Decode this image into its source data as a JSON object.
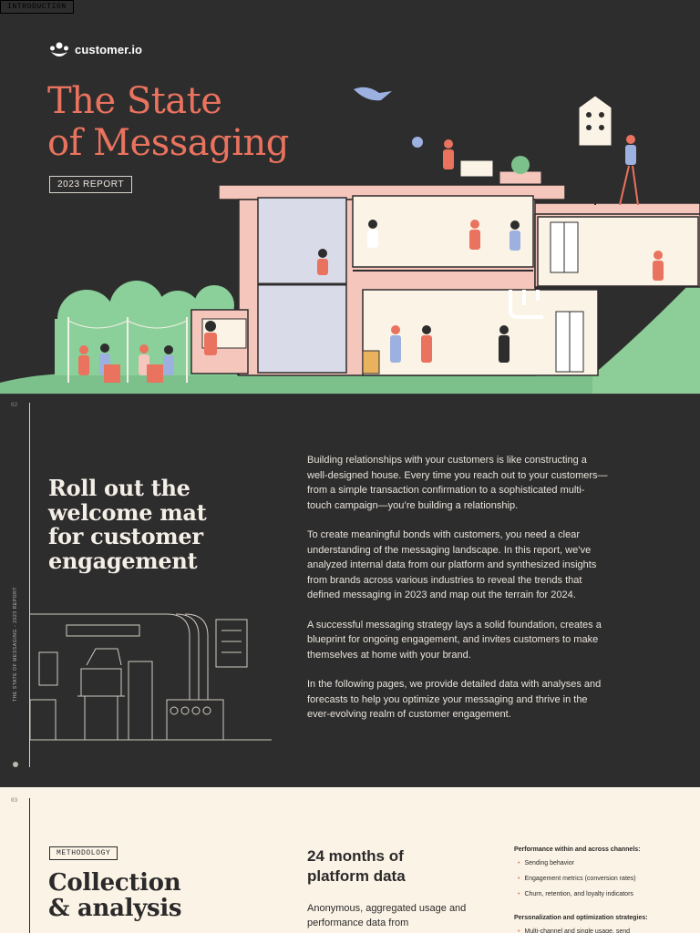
{
  "brand": {
    "name": "customer.io"
  },
  "cover": {
    "title_line1": "The State",
    "title_line2": "of Messaging",
    "badge": "2023 REPORT"
  },
  "intro": {
    "page": "02",
    "tag": "INTRODUCTION",
    "title_lines": [
      "Roll out the",
      "welcome mat",
      "for customer",
      "engagement"
    ],
    "side_label": "THE STATE OF MESSAGING - 2023 REPORT",
    "paragraphs": [
      "Building relationships with your customers is like constructing a well-designed house. Every time you reach out to your customers—from a simple transaction confirmation to a sophisticated multi-touch campaign—you’re building a relationship.",
      "To create meaningful bonds with customers, you need a clear understanding of the messaging landscape. In this report, we’ve analyzed internal data from our platform and synthesized insights from brands across various industries to reveal the trends that defined messaging in 2023 and map out the terrain for 2024.",
      "A successful messaging strategy lays a solid foundation, creates a blueprint for ongoing engagement, and invites customers to make themselves at home with your brand.",
      "In the following pages, we provide detailed data with analyses and forecasts to help you optimize your messaging and thrive in the ever-evolving realm of customer engagement."
    ]
  },
  "methodology": {
    "page": "03",
    "tag": "METHODOLOGY",
    "title_lines": [
      "Collection",
      "& analysis"
    ],
    "heading": "24 months of platform data",
    "description": "Anonymous, aggregated usage and performance data from",
    "list1_title": "Performance within and across channels:",
    "list1": [
      "Sending behavior",
      "Engagement metrics (conversion rates)",
      "Churn, retention, and loyalty indicators"
    ],
    "list2_title": "Personalization and optimization strategies:",
    "list2": [
      "Multi-channel and single usage, send"
    ]
  },
  "colors": {
    "background_dark": "#2e2d2d",
    "accent_coral": "#e9735e",
    "cream": "#fbf3e6",
    "house_pink": "#f5c6bc",
    "grass_green": "#7cc18c"
  }
}
